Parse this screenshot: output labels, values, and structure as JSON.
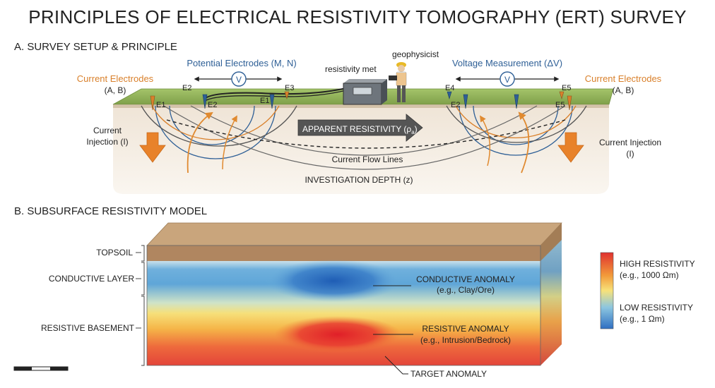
{
  "title": "PRINCIPLES OF ELECTRICAL RESISTIVITY TOMOGRAPHY (ERT) SURVEY",
  "section_a": {
    "heading": "A. SURVEY SETUP & PRINCIPLE",
    "current_electrodes_left": {
      "title": "Current Electrodes",
      "sub": "(A, B)"
    },
    "current_electrodes_right": {
      "title": "Current Electrodes",
      "sub": "(A, B)"
    },
    "potential_electrodes": "Potential Electrodes (M, N)",
    "voltage_measurement": "Voltage Measurement (ΔV)",
    "voltmeter_symbol": "V",
    "resistivity_meter": "resistivity met",
    "geophysicist": "geophysicist",
    "electrodes": {
      "e1_left": "E1",
      "e2_top": "E2",
      "e2_bottom": "E2",
      "e1_mid": "E1",
      "e3": "E3",
      "e4": "E4",
      "e2_right": "E2",
      "e5_top": "E5",
      "e5_bottom": "E5"
    },
    "current_injection_left": [
      "Current",
      "Injection (I)"
    ],
    "current_injection_right": [
      "Current Injection",
      "(I)"
    ],
    "apparent_resistivity": "APPARENT RESISTIVITY (ρ",
    "apparent_resistivity_sub": "a",
    "apparent_resistivity_close": ")",
    "current_flow_lines": "Current Flow Lines",
    "investigation_depth": "INVESTIGATION DEPTH (z)"
  },
  "section_b": {
    "heading": "B. SUBSURFACE RESISTIVITY MODEL",
    "layers": {
      "topsoil": "TOPSOIL",
      "conductive": "CONDUCTIVE LAYER",
      "resistive": "RESISTIVE BASEMENT"
    },
    "conductive_anomaly": [
      "CONDUCTIVE ANOMALY",
      "(e.g., Clay/Ore)"
    ],
    "resistive_anomaly": [
      "RESISTIVE ANOMALY",
      "(e.g., Intrusion/Bedrock)"
    ],
    "target_anomaly": "TARGET ANOMALY",
    "legend": {
      "high": [
        "HIGH RESISTIVITY",
        "(e.g., 1000 Ωm)"
      ],
      "low": [
        "LOW RESISTIVITY",
        "(e.g., 1 Ωm)"
      ],
      "high_color": "#e0312f",
      "low_color": "#2f6fc2"
    }
  },
  "colors": {
    "orange": "#d9802b",
    "blue": "#2e5f96",
    "grass": "#8fb25a",
    "soil": "#e9ddcd",
    "topsoil": "#b08660"
  }
}
